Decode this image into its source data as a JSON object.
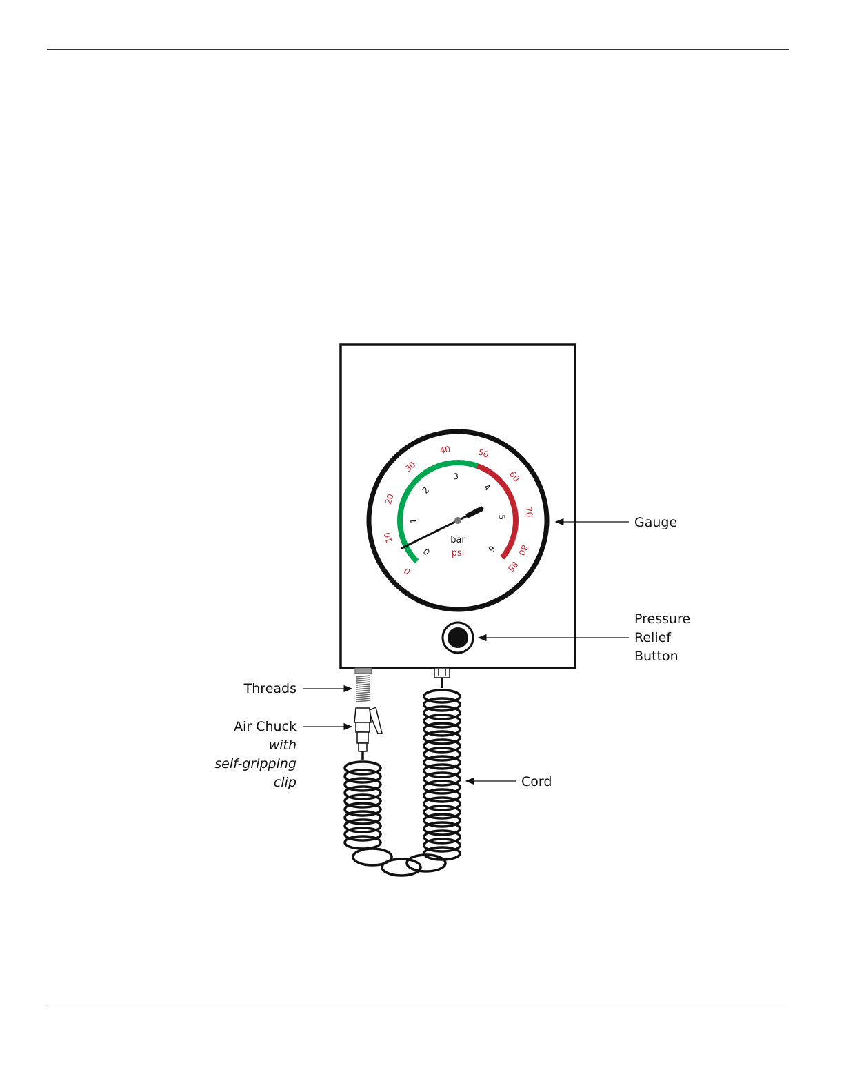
{
  "gauge": {
    "bar_ticks": [
      "0",
      "1",
      "2",
      "3",
      "4",
      "5",
      "6"
    ],
    "psi_ticks": [
      "0",
      "10",
      "20",
      "30",
      "40",
      "50",
      "60",
      "70",
      "80",
      "85"
    ],
    "bar_unit": "bar",
    "psi_unit": "psi",
    "needle_bar_value": 4.5,
    "green_zone_bar": [
      0,
      3.5
    ],
    "red_zone_bar": [
      3.5,
      6
    ],
    "colors": {
      "green": "#00a651",
      "red": "#c0252f",
      "psi_text": "#c0252f"
    }
  },
  "labels": {
    "gauge": "Gauge",
    "pressure_relief": [
      "Pressure",
      "Relief",
      "Button"
    ],
    "threads": "Threads",
    "air_chuck": "Air Chuck",
    "air_chuck_detail": [
      "with",
      "self-gripping",
      "clip"
    ],
    "cord": "Cord"
  }
}
